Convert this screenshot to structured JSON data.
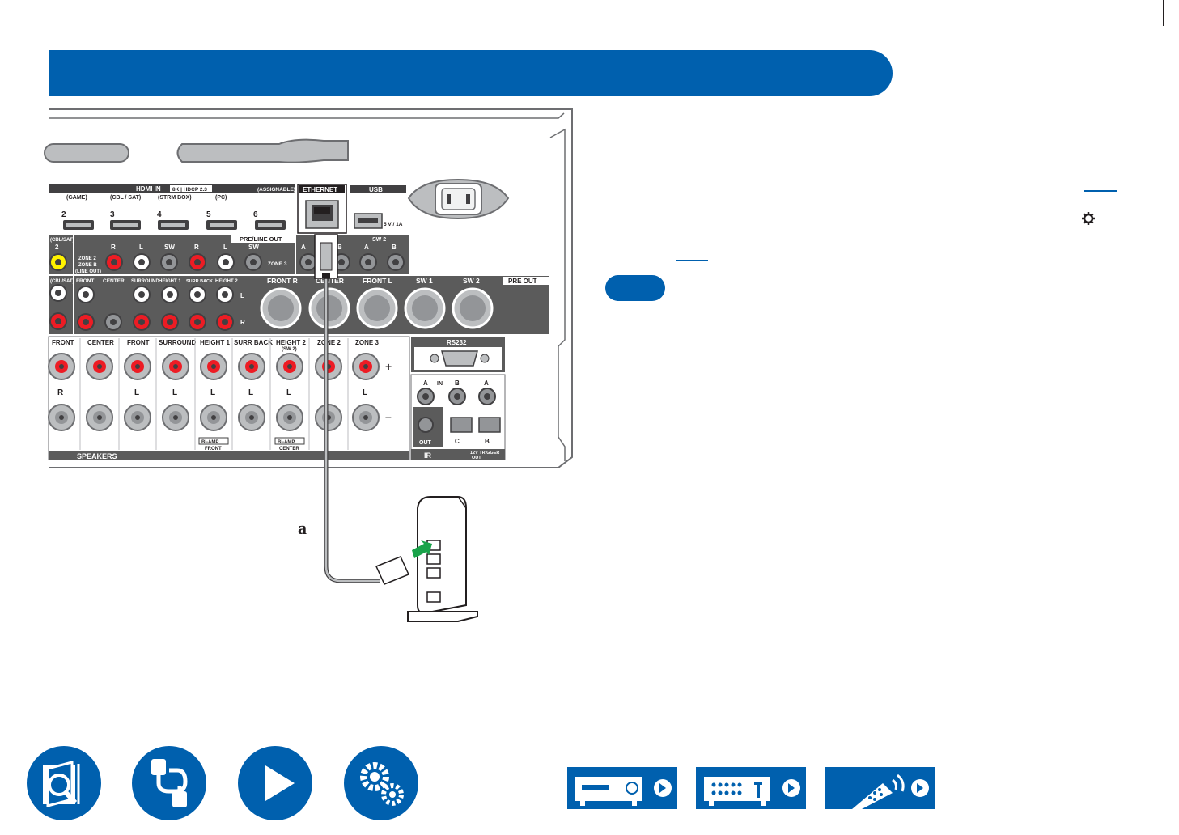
{
  "callout": {
    "a": "a"
  },
  "panel": {
    "hdmi_in": "HDMI IN",
    "hdmi_spec": "8K | HDCP 2.3",
    "hdmi_assign": "(ASSIGNABLE)",
    "hdmi_sublabels": [
      "(GAME)",
      "(CBL / SAT)",
      "(STRM BOX)",
      "(PC)"
    ],
    "hdmi_numbers": [
      "2",
      "3",
      "4",
      "5",
      "6"
    ],
    "ethernet": "ETHERNET",
    "usb": "USB",
    "usb_power": "5 V / 1A",
    "pre_line_out": "PRE/LINE OUT",
    "zone2_block": [
      "ZONE 2",
      "ZONE B",
      "(LINE OUT)"
    ],
    "zone3": "ZONE 3",
    "rl_labels": [
      "R",
      "L",
      "SW",
      "R",
      "L",
      "SW"
    ],
    "cbl_sat": "(CBL/SAT)",
    "cbl_sat_num": "2",
    "sw2": "SW 2",
    "ab": [
      "A",
      "B",
      "A",
      "B"
    ],
    "preout_heads": [
      "FRONT",
      "CENTER",
      "SURROUND",
      "HEIGHT 1",
      "SURR BACK",
      "HEIGHT 2"
    ],
    "xlr_heads": [
      "FRONT R",
      "CENTER",
      "FRONT L",
      "SW 1",
      "SW 2"
    ],
    "pre_out": "PRE OUT",
    "lr": [
      "L",
      "R"
    ],
    "speaker_heads": [
      "FRONT",
      "CENTER",
      "FRONT",
      "SURROUND",
      "HEIGHT 1",
      "SURR BACK",
      "HEIGHT 2",
      "ZONE 2",
      "ZONE 3"
    ],
    "speaker_sw2": "(SW 2)",
    "speaker_sides": [
      "R",
      "L",
      "L",
      "L",
      "L",
      "L",
      "L"
    ],
    "plus": "+",
    "minus": "–",
    "biamp": [
      "Bi-AMP",
      "FRONT",
      "Bi-AMP",
      "CENTER"
    ],
    "speakers": "SPEAKERS",
    "rs232": "RS232",
    "ir_ab": [
      "A",
      "IN",
      "B",
      "A"
    ],
    "ir_out": "OUT",
    "ir": "IR",
    "trigger_cb": [
      "C",
      "B"
    ],
    "trigger": [
      "12V TRIGGER",
      "OUT"
    ]
  },
  "nav": {
    "icons": [
      "manual-index-icon",
      "connections-icon",
      "playback-icon",
      "settings-icon"
    ],
    "refs": [
      "front-panel-icon",
      "rear-panel-icon",
      "remote-control-icon"
    ]
  },
  "colors": {
    "brand_blue": "#0060ae",
    "panel_gray": "#5b5b5b",
    "router_arrow": "#1aa34a"
  }
}
